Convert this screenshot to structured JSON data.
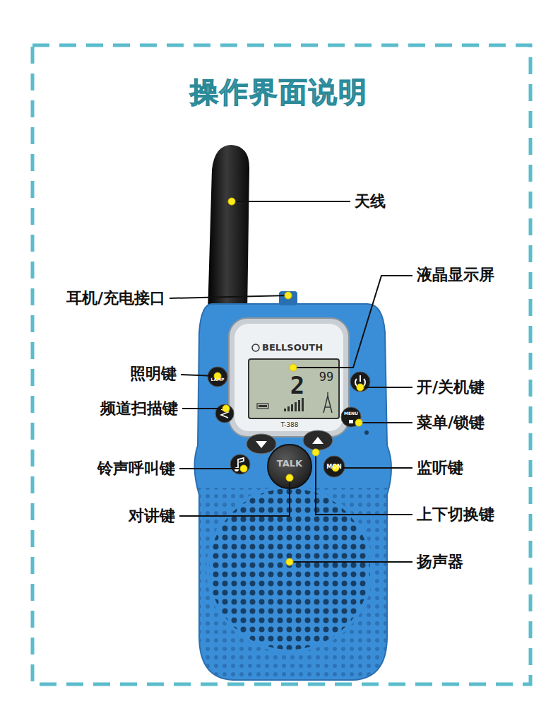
{
  "diagram": {
    "title": "操作界面说明",
    "labels": [
      "天线",
      "耳机/充电接口",
      "液晶显示屏",
      "照明键",
      "开/关机键",
      "频道扫描键",
      "菜单/锁键",
      "铃声呼叫键",
      "监听键",
      "对讲键",
      "上下切换键",
      "扬声器",
      "BELLSOUTH",
      "T-388",
      "LAMP",
      "MENU",
      "TALK",
      "MON",
      "2",
      "99"
    ]
  }
}
